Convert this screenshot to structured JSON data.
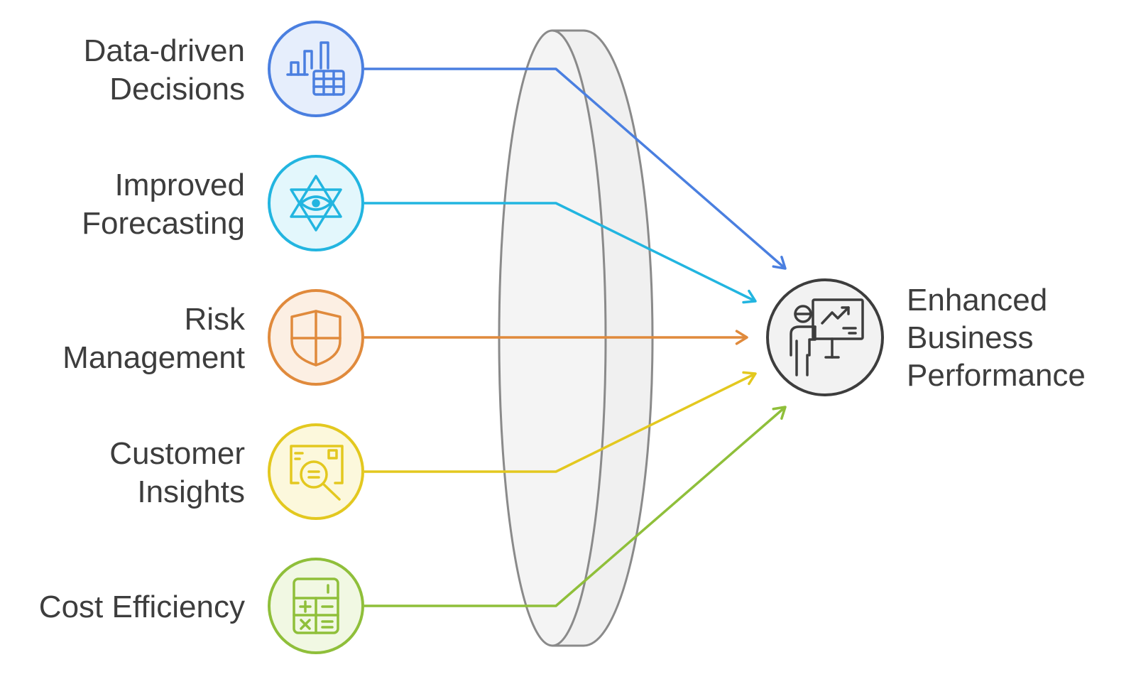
{
  "diagram": {
    "inputs": [
      {
        "id": "data-driven-decisions",
        "label_lines": [
          "Data-driven",
          "Decisions"
        ],
        "color": "#4a7fe0",
        "fill": "#e6eefc",
        "icon": "chart-table-icon"
      },
      {
        "id": "improved-forecasting",
        "label_lines": [
          "Improved",
          "Forecasting"
        ],
        "color": "#22b5e0",
        "fill": "#e3f7fc",
        "icon": "star-eye-icon"
      },
      {
        "id": "risk-management",
        "label_lines": [
          "Risk",
          "Management"
        ],
        "color": "#e08a3c",
        "fill": "#fcefe3",
        "icon": "shield-icon"
      },
      {
        "id": "customer-insights",
        "label_lines": [
          "Customer",
          "Insights"
        ],
        "color": "#e3c81f",
        "fill": "#fcf8dc",
        "icon": "search-screen-icon"
      },
      {
        "id": "cost-efficiency",
        "label_lines": [
          "Cost Efficiency"
        ],
        "color": "#8fbf3a",
        "fill": "#f1f8e3",
        "icon": "calculator-icon"
      }
    ],
    "output": {
      "id": "enhanced-business-performance",
      "label_lines": [
        "Enhanced",
        "Business",
        "Performance"
      ],
      "color": "#3d3d3d",
      "fill": "#f2f2f2",
      "icon": "presenter-icon"
    },
    "lens": {
      "color": "#8a8a8a",
      "fill": "#f4f4f4"
    }
  }
}
